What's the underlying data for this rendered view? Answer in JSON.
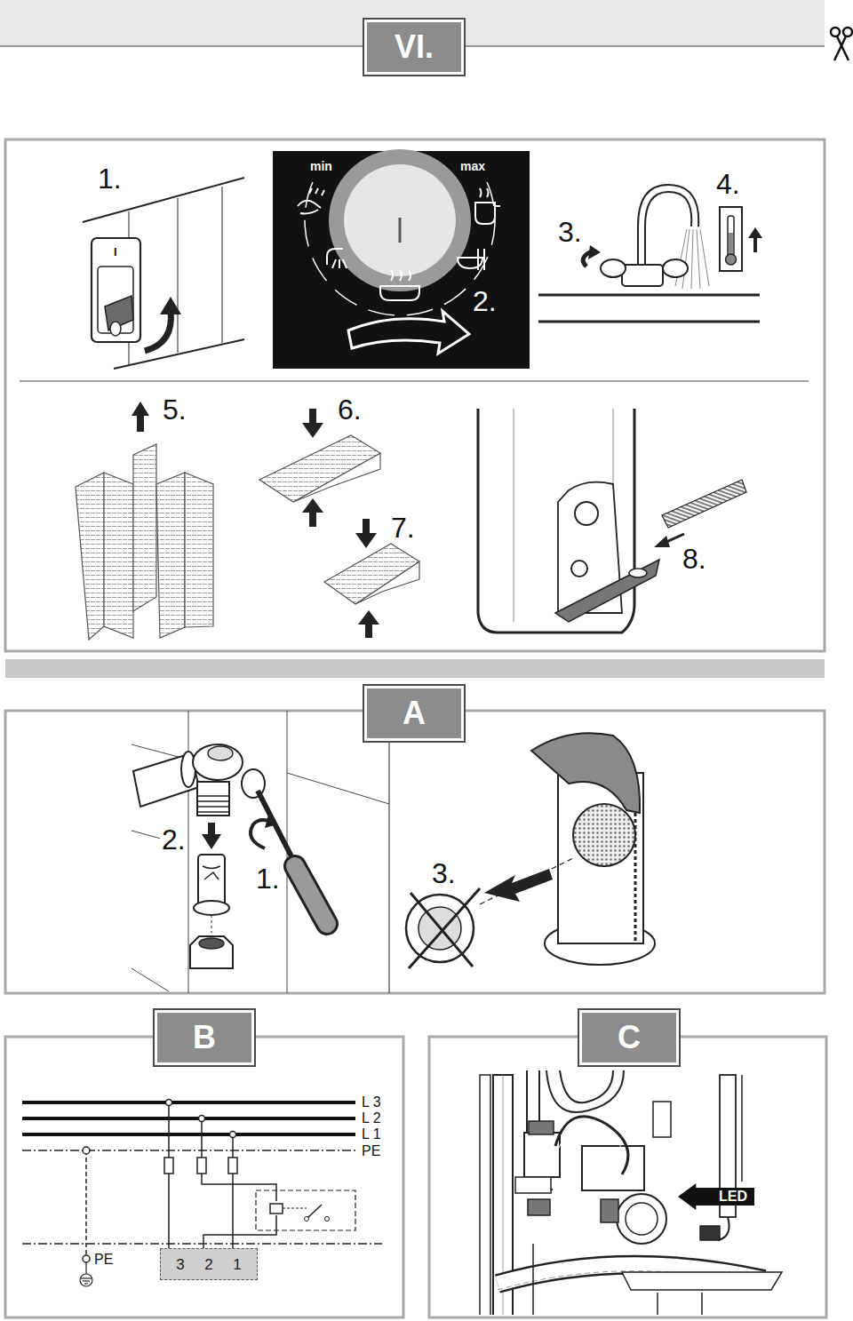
{
  "diagram": {
    "nodes": [
      {
        "text": [
          "VI."
        ]
      },
      {
        "text": [
          "A"
        ]
      },
      {
        "text": [
          "B"
        ]
      },
      {
        "text": [
          "C"
        ]
      },
      {
        "text": [
          "3",
          "2",
          "1"
        ]
      },
      {
        "text": [
          "LED"
        ]
      }
    ],
    "labels": [
      "1.",
      "I",
      "min",
      "max",
      "2.",
      "3.",
      "4.",
      "5.",
      "6.",
      "7.",
      "8.",
      "2.",
      "1.",
      "3.",
      "L 3",
      "L 2",
      "L 1",
      "PE",
      "PE"
    ]
  }
}
